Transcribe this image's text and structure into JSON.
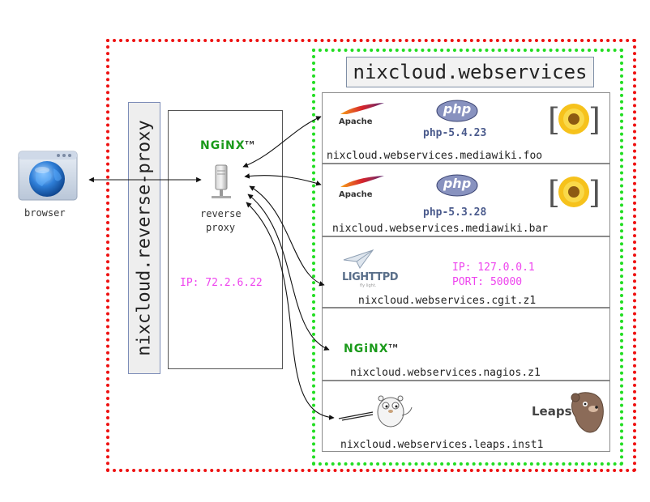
{
  "boundaries": {
    "outer_color": "#ee1111",
    "inner_color": "#22dd22"
  },
  "webservices": {
    "title": "nixcloud.webservices"
  },
  "reverse_proxy": {
    "vertical_label": "nixcloud.reverse-proxy",
    "server_label_line1": "reverse",
    "server_label_line2": "proxy",
    "ip": "IP: 72.2.6.22",
    "nginx_logo": "NGiNX",
    "nginx_tm": "TM"
  },
  "client": {
    "label": "browser",
    "icon": "browser-globe-icon"
  },
  "services": [
    {
      "name": "nixcloud.webservices.mediawiki.foo",
      "apache_logo": "Apache",
      "php_logo": "php",
      "php_version": "php-5.4.23",
      "icon": "mediawiki-sunflower-icon"
    },
    {
      "name": "nixcloud.webservices.mediawiki.bar",
      "apache_logo": "Apache",
      "php_logo": "php",
      "php_version": "php-5.3.28",
      "icon": "mediawiki-sunflower-icon"
    },
    {
      "name": "nixcloud.webservices.cgit.z1",
      "lighttpd_logo": "LIGHTTPD",
      "lighttpd_tagline": "fly light.",
      "ip": "IP: 127.0.0.1",
      "port": "PORT: 50000"
    },
    {
      "name": "nixcloud.webservices.nagios.z1",
      "nginx_logo": "NGiNX",
      "nginx_tm": "TM"
    },
    {
      "name": "nixcloud.webservices.leaps.inst1",
      "leaps_logo": "Leaps",
      "icon": "go-gopher-icon"
    }
  ],
  "colors": {
    "nginx_green": "#1a9a1a",
    "pink_text": "#ee44ee",
    "php_blue": "#4a5a8c",
    "apache_red": "#b0122e"
  }
}
